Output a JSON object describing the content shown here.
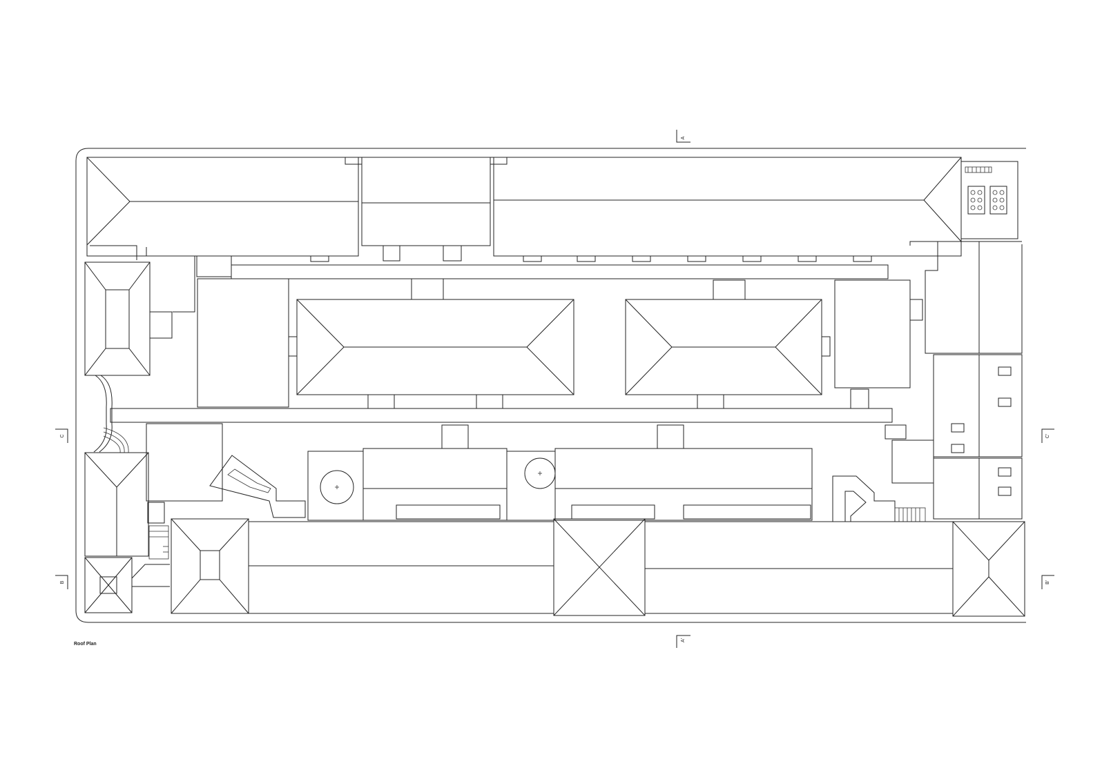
{
  "drawing": {
    "caption": "Roof Plan",
    "section_markers": {
      "a_top": "A",
      "a_bottom": "A'",
      "b_left": "B",
      "b_right": "B'",
      "c_left": "C",
      "c_right": "C'"
    }
  },
  "colors": {
    "line": "#222222",
    "background": "#ffffff"
  }
}
